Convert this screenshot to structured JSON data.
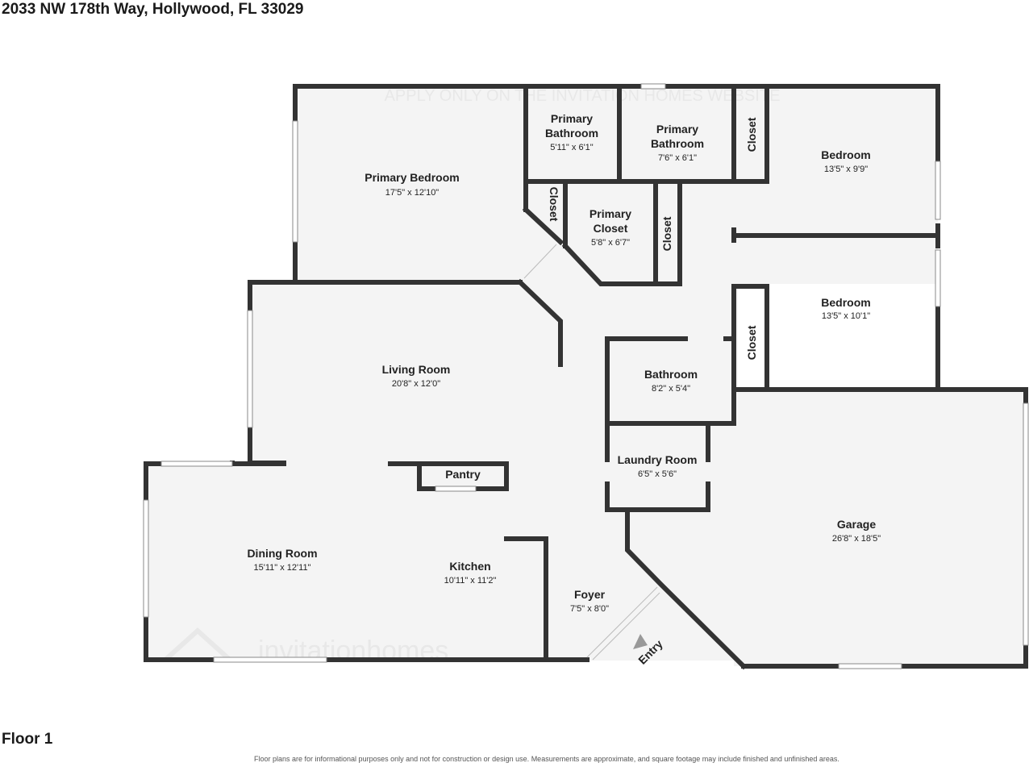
{
  "header": {
    "address": "2033 NW 178th Way, Hollywood, FL 33029"
  },
  "watermark": {
    "top_text": "APPLY ONLY ON THE INVITATION HOMES WEBSITE",
    "logo_text": "invitationhomes"
  },
  "rooms": {
    "primary_bedroom": {
      "name": "Primary Bedroom",
      "dims": "17'5\" x 12'10\""
    },
    "primary_bathroom_1": {
      "name_line1": "Primary",
      "name_line2": "Bathroom",
      "dims": "5'11\" x 6'1\""
    },
    "primary_bathroom_2": {
      "name_line1": "Primary",
      "name_line2": "Bathroom",
      "dims": "7'6\" x 6'1\""
    },
    "closet_a": {
      "name": "Closet"
    },
    "closet_b": {
      "name": "Closet"
    },
    "closet_c": {
      "name": "Closet"
    },
    "closet_d": {
      "name": "Closet"
    },
    "primary_closet": {
      "name_line1": "Primary",
      "name_line2": "Closet",
      "dims": "5'8\" x 6'7\""
    },
    "bedroom_1": {
      "name": "Bedroom",
      "dims": "13'5\" x 9'9\""
    },
    "bedroom_2": {
      "name": "Bedroom",
      "dims": "13'5\" x 10'1\""
    },
    "living_room": {
      "name": "Living Room",
      "dims": "20'8\" x 12'0\""
    },
    "bathroom": {
      "name": "Bathroom",
      "dims": "8'2\" x 5'4\""
    },
    "laundry_room": {
      "name": "Laundry Room",
      "dims": "6'5\" x 5'6\""
    },
    "pantry": {
      "name": "Pantry"
    },
    "garage": {
      "name": "Garage",
      "dims": "26'8\" x 18'5\""
    },
    "dining_room": {
      "name": "Dining Room",
      "dims": "15'11\" x 12'11\""
    },
    "kitchen": {
      "name": "Kitchen",
      "dims": "10'11\" x 11'2\""
    },
    "foyer": {
      "name": "Foyer",
      "dims": "7'5\" x 8'0\""
    },
    "entry": {
      "name": "Entry"
    }
  },
  "footer": {
    "floor_label": "Floor 1",
    "disclaimer": "Floor plans are for informational purposes only and not for construction or design use. Measurements are approximate, and square footage may include finished and unfinished areas."
  },
  "colors": {
    "wall": "#333333",
    "floor": "#f4f4f4",
    "window": "#ffffff"
  }
}
